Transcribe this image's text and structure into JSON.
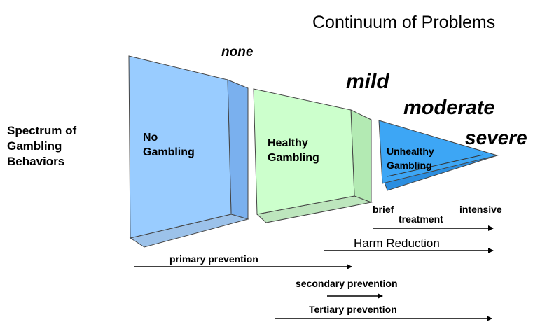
{
  "title": "Continuum of Problems",
  "severity": {
    "none": "none",
    "mild": "mild",
    "moderate": "moderate",
    "severe": "severe"
  },
  "spectrum_label": [
    "Spectrum of",
    "Gambling",
    "Behaviors"
  ],
  "blocks": {
    "no_gambling": [
      "No",
      "Gambling"
    ],
    "healthy_gambling": [
      "Healthy",
      "Gambling"
    ],
    "unhealthy_gambling": [
      "Unhealthy",
      "Gambling"
    ]
  },
  "treatment": {
    "brief": "brief",
    "intensive": "intensive",
    "label": "treatment"
  },
  "harm_reduction": "Harm Reduction",
  "primary_prevention": "primary prevention",
  "secondary_prevention": "secondary prevention",
  "tertiary_prevention": "Tertiary prevention",
  "colors": {
    "no_gambling_fill": "#99ccff",
    "no_gambling_side": "#7ab0ee",
    "healthy_fill": "#ccffcc",
    "healthy_side": "#b3eab3",
    "unhealthy_fill": "#3da6f5",
    "unhealthy_back": "#2b8ee0"
  }
}
